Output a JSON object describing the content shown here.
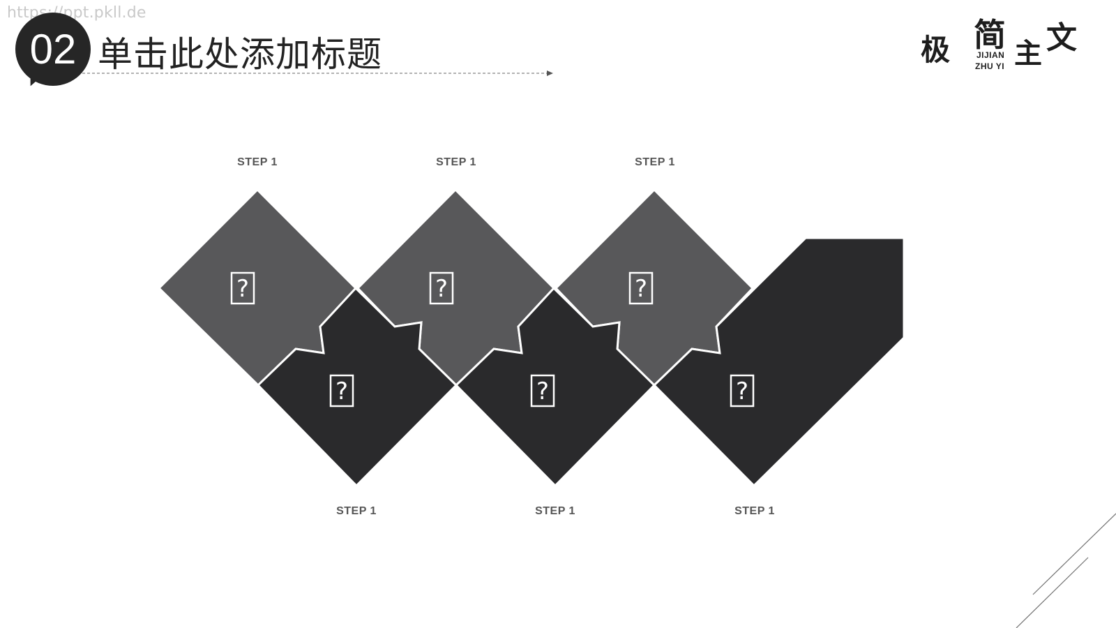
{
  "watermark": "https://ppt.pkll.de",
  "header": {
    "number": "02",
    "title": "单击此处添加标题"
  },
  "brand": {
    "chars": [
      "极",
      "简",
      "主",
      "文"
    ],
    "pinyin_top": "JIJIAN",
    "pinyin_bottom": "ZHU YI"
  },
  "icons": [
    "unknown-glyph-icon",
    "unknown-glyph-icon",
    "unknown-glyph-icon",
    "unknown-glyph-icon",
    "unknown-glyph-icon",
    "unknown-glyph-icon"
  ],
  "icon_glyph": "?",
  "steps": {
    "top": [
      "STEP 1",
      "STEP 1",
      "STEP 1"
    ],
    "bottom": [
      "STEP 1",
      "STEP 1",
      "STEP 1"
    ]
  },
  "colors": {
    "upper_tile": "#58585a",
    "lower_tile": "#2a2a2c",
    "badge": "#262626",
    "label": "#555555"
  }
}
